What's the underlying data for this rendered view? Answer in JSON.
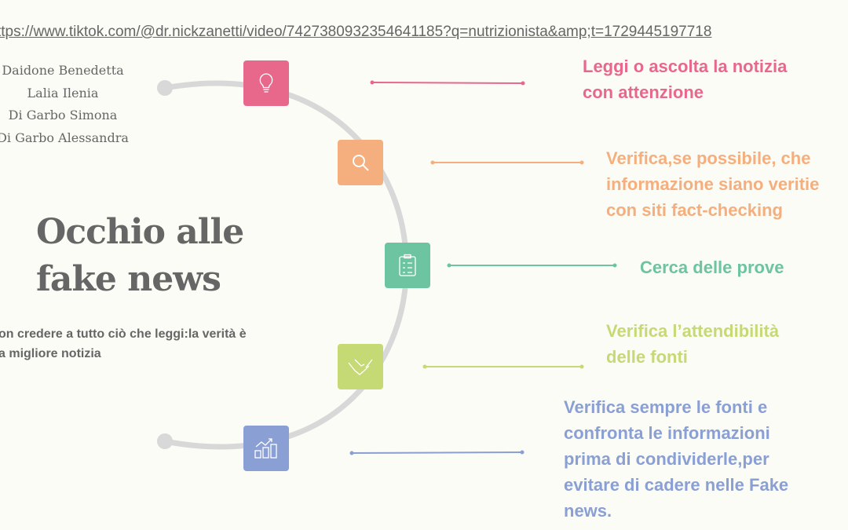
{
  "url": "ttps://www.tiktok.com/@dr.nickzanetti/video/7427380932354641185?q=nutrizionista&amp;t=1729445197718",
  "authors": [
    "Daidone Benedetta",
    "Lalia Ilenia",
    "Di Garbo Simona",
    "Di Garbo Alessandra"
  ],
  "title_lines": [
    "Occhio alle",
    "fake news"
  ],
  "subtitle_lines": [
    "on credere a tutto ciò che leggi:la verità è",
    "a migliore notizia"
  ],
  "steps": [
    {
      "icon": "lightbulb-icon",
      "color": "#e8688c",
      "lines": [
        "Leggi o ascolta la notizia",
        "con attenzione"
      ]
    },
    {
      "icon": "search-icon",
      "color": "#f5ae7d",
      "lines": [
        "Verifica,se possibile, che",
        "informazione siano veritie",
        "con siti fact-checking"
      ]
    },
    {
      "icon": "checklist-icon",
      "color": "#6cc4a0",
      "lines": [
        "Cerca delle prove"
      ]
    },
    {
      "icon": "handshake-icon",
      "color": "#c5d974",
      "lines": [
        "Verifica l’attendibilità",
        "delle fonti"
      ]
    },
    {
      "icon": "growth-chart-icon",
      "color": "#8a9fd4",
      "lines": [
        "Verifica sempre le fonti e",
        "confronta le informazioni",
        "prima di condividerle,per",
        "evitare di cadere nelle Fake",
        "news."
      ]
    }
  ]
}
